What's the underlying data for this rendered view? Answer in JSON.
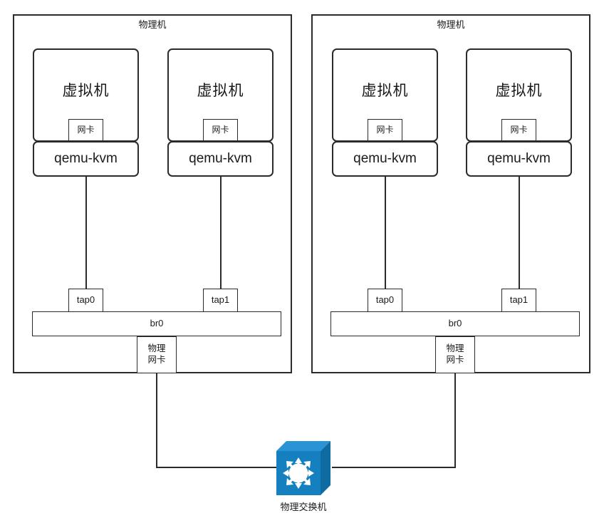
{
  "diagram": {
    "title_hosts": [
      "物理机",
      "物理机"
    ],
    "switch": {
      "label": "物理交换机",
      "icon": "network-switch-icon",
      "color": "#1580c0",
      "color_top": "#2a93d5",
      "color_side": "#0f6ca3"
    },
    "hosts": [
      {
        "name": "物理机",
        "vms": [
          {
            "label": "虚拟机",
            "nic": "网卡",
            "emulator": "qemu-kvm",
            "tap": "tap0"
          },
          {
            "label": "虚拟机",
            "nic": "网卡",
            "emulator": "qemu-kvm",
            "tap": "tap1"
          }
        ],
        "bridge": "br0",
        "phy_nic_line1": "物理",
        "phy_nic_line2": "网卡"
      },
      {
        "name": "物理机",
        "vms": [
          {
            "label": "虚拟机",
            "nic": "网卡",
            "emulator": "qemu-kvm",
            "tap": "tap0"
          },
          {
            "label": "虚拟机",
            "nic": "网卡",
            "emulator": "qemu-kvm",
            "tap": "tap1"
          }
        ],
        "bridge": "br0",
        "phy_nic_line1": "物理",
        "phy_nic_line2": "网卡"
      }
    ],
    "stroke_color": "#2b2b2b",
    "background": "#ffffff"
  }
}
